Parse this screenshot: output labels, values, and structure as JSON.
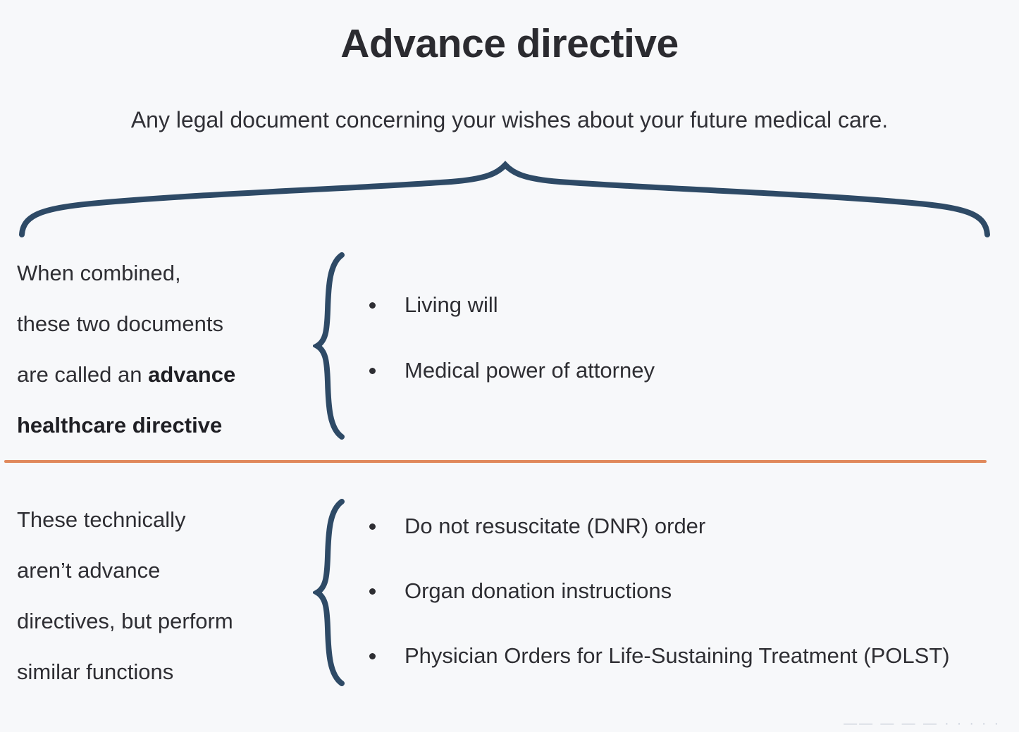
{
  "slide": {
    "title": "Advance directive",
    "subtitle": "Any legal document concerning your wishes about your future medical care.",
    "background_color": "#f7f8fa",
    "title_color": "#2b2b30",
    "brace_color": "#2e4a66",
    "divider_color": "#e0895c",
    "text_color": "#2e2e33"
  },
  "groups": [
    {
      "caption_plain": "When combined, these two documents are called an advance healthcare directive",
      "caption_lines": [
        {
          "text": "When combined,",
          "bold": false
        },
        {
          "text": "these two documents",
          "bold": false
        },
        {
          "text": "are called an ",
          "bold": false,
          "bold_tail": "advance"
        },
        {
          "text": "healthcare directive",
          "bold": true
        }
      ],
      "caption_prefix": "are called an ",
      "caption_bold_1": "advance",
      "caption_bold_2": "healthcare directive",
      "caption_line_1": "When combined,",
      "caption_line_2": "these two documents",
      "bullets": [
        "Living will",
        "Medical power of attorney"
      ]
    },
    {
      "caption_plain": "These technically aren’t advance directives, but perform similar functions",
      "caption_line_1": "These technically",
      "caption_line_2": "aren’t advance",
      "caption_line_3": "directives, but perform",
      "caption_line_4": "similar functions",
      "bullets": [
        "Do not resuscitate (DNR) order",
        "Organ donation instructions",
        "Physician Orders for Life-Sustaining Treatment (POLST)"
      ]
    }
  ],
  "icons": {
    "top_brace": "horizontal-curly-brace",
    "group_brace": "vertical-curly-brace",
    "bullet": "bullet-dot"
  },
  "corner_remnant": "—— — — — · · · · ·"
}
